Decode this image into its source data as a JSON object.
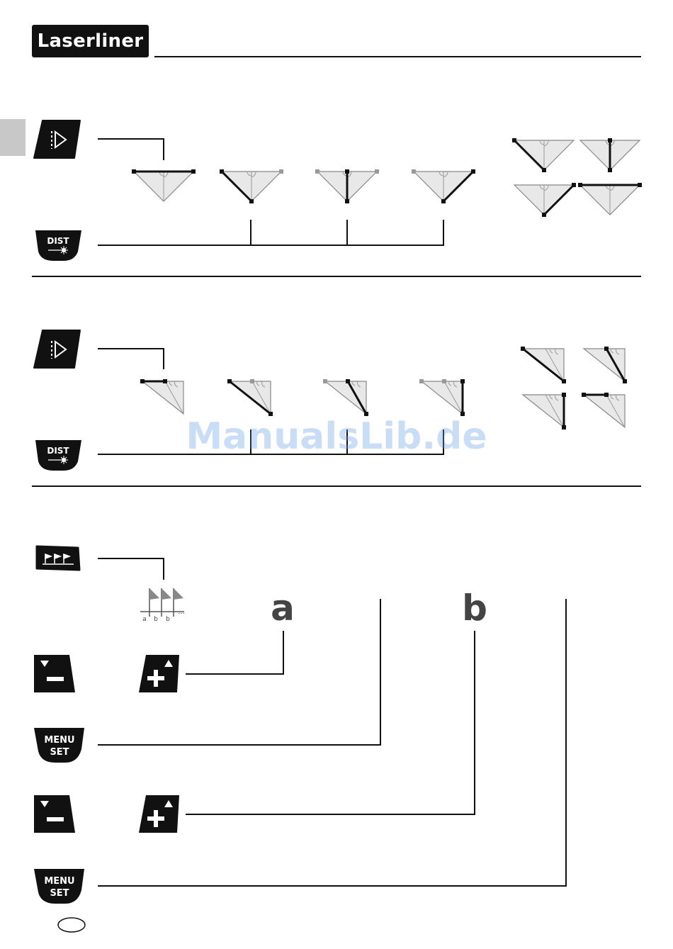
{
  "header": {
    "brand": "Laserliner"
  },
  "buttons": {
    "dist_line1": "DIST",
    "menu_line1": "MENU",
    "menu_line2": "SET"
  },
  "flag_icon_labels": [
    "a",
    "b",
    "b",
    "..."
  ],
  "point_labels": {
    "a": "a",
    "b": "b"
  },
  "watermark": "ManualsLib.de",
  "icons": [
    "function-arrow-icon",
    "dist-laser-icon",
    "stakeout-flags-icon",
    "minus-down-icon",
    "plus-up-icon",
    "menu-set-icon",
    "triangle-measure-icon",
    "country-oval-icon"
  ],
  "colors": {
    "ink": "#111111",
    "diagram_fill": "#e6e6e6",
    "diagram_stroke": "#888888",
    "side_tab": "#c8c8c8"
  }
}
